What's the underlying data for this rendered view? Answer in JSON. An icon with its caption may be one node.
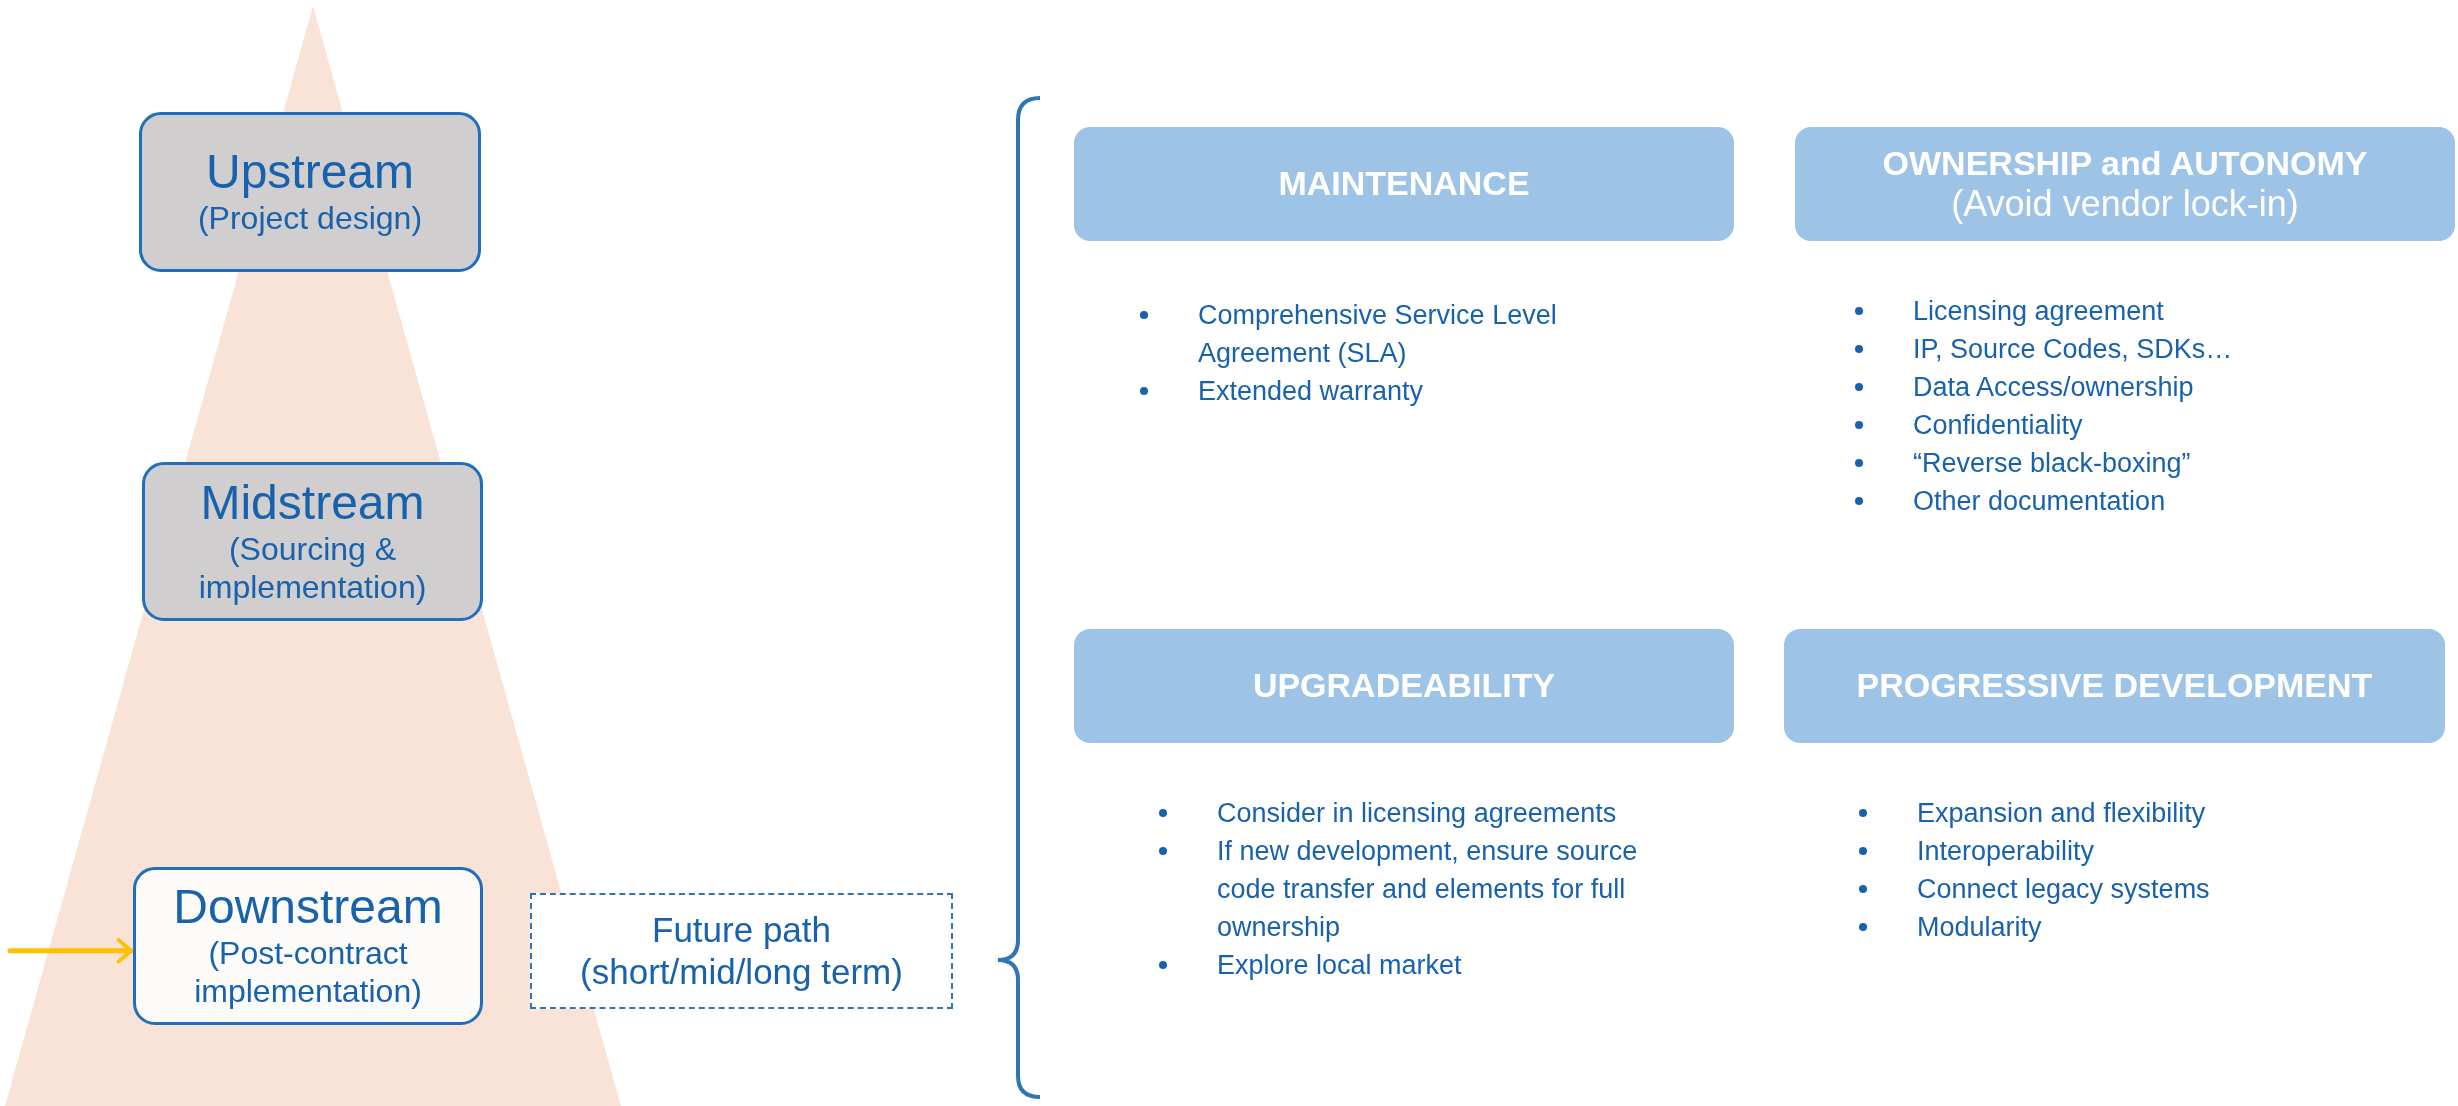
{
  "diagram": {
    "nodes": [
      {
        "text": [
          "Upstream",
          "(Project design)"
        ]
      },
      {
        "text": [
          "Midstream",
          "(Sourcing & implementation)"
        ]
      },
      {
        "text": [
          "Downstream",
          "(Post-contract implementation)"
        ]
      },
      {
        "text": [
          "Future path (short/mid/long term)"
        ]
      },
      {
        "text": [
          "MAINTENANCE"
        ],
        "beside": [
          "Comprehensive Service Level Agreement (SLA)",
          "Extended warranty"
        ]
      },
      {
        "text": [
          "OWNERSHIP and AUTONOMY",
          "(Avoid vendor lock-in)"
        ],
        "beside": [
          "Licensing agreement",
          "IP, Source Codes, SDKs…",
          "Data Access/ownership",
          "Confidentiality",
          "“Reverse black-boxing”",
          "Other documentation"
        ]
      },
      {
        "text": [
          "UPGRADEABILITY"
        ],
        "beside": [
          "Consider in licensing agreements",
          "If new development, ensure source code transfer and elements for full ownership",
          "Explore local market"
        ]
      },
      {
        "text": [
          "PROGRESSIVE DEVELOPMENT"
        ],
        "beside": [
          "Expansion and flexibility",
          "Interoperability",
          "Connect legacy systems",
          "Modularity"
        ]
      }
    ],
    "edges": [
      {
        "from": null,
        "to": 2,
        "arrow": "to",
        "color": "#ffc000"
      }
    ]
  }
}
